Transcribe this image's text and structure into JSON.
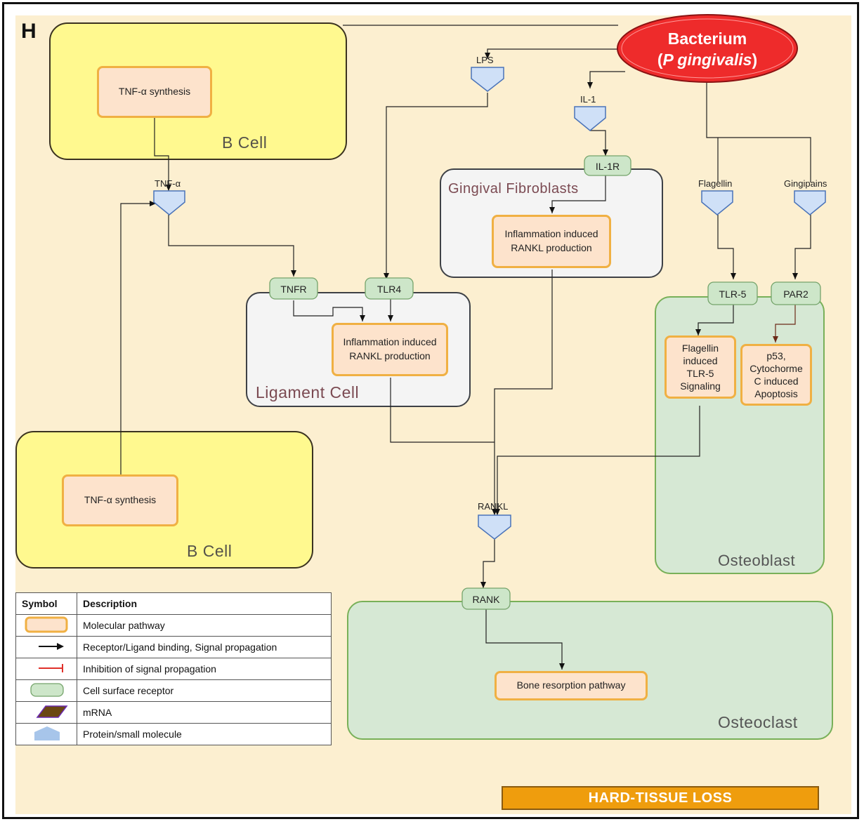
{
  "panel_letter": "H",
  "bacterium": {
    "line1": "Bacterium",
    "line2_open": "(",
    "line2_italic": "P gingivalis",
    "line2_close": ")"
  },
  "cells": {
    "b_cell_top": {
      "label": "B Cell",
      "pathway": "TNF-α synthesis"
    },
    "b_cell_bottom": {
      "label": "B Cell",
      "pathway": "TNF-α synthesis"
    },
    "gingival_fibroblasts": {
      "label": "Gingival Fibroblasts",
      "pathway": "Inflammation induced RANKL production"
    },
    "ligament_cell": {
      "label": "Ligament Cell",
      "pathway": "Inflammation induced RANKL production"
    },
    "osteoblast": {
      "label": "Osteoblast",
      "pathway_flagellin": "Flagellin induced TLR-5 Signaling",
      "pathway_p53": "p53, Cytochorme C induced Apoptosis"
    },
    "osteoclast": {
      "label": "Osteoclast",
      "pathway": "Bone resorption pathway"
    }
  },
  "molecules": {
    "lps": "LPS",
    "il1": "IL-1",
    "tnf_a": "TNF-α",
    "flagellin": "Flagellin",
    "gingipains": "Gingipains",
    "rankl": "RANKL"
  },
  "receptors": {
    "il1r": "IL-1R",
    "tnfr": "TNFR",
    "tlr4": "TLR4",
    "tlr5": "TLR-5",
    "par2": "PAR2",
    "rank": "RANK"
  },
  "legend": {
    "header_symbol": "Symbol",
    "header_description": "Description",
    "rows": [
      {
        "symbol": "molecular-pathway",
        "description": "Molecular pathway"
      },
      {
        "symbol": "black-arrow",
        "description": "Receptor/Ligand binding, Signal propagation"
      },
      {
        "symbol": "red-inhibition",
        "description": "Inhibition of signal propagation"
      },
      {
        "symbol": "cell-surface-receptor",
        "description": "Cell surface receptor"
      },
      {
        "symbol": "mrna",
        "description": "mRNA"
      },
      {
        "symbol": "protein-small-molecule",
        "description": "Protein/small molecule"
      }
    ]
  },
  "footer_banner": "HARD-TISSUE LOSS",
  "colors": {
    "background": "#fcefd0",
    "b_cell": "#fff98f",
    "grey_cell": "#f4f4f4",
    "green_cell": "#d6e8d4",
    "pathway_fill": "#fde3cc",
    "pathway_border": "#f0b043",
    "receptor": "#cde6c9",
    "molecule": "#cfe0f7",
    "bacterium": "#ee2b2b",
    "banner": "#ef9d0d"
  }
}
